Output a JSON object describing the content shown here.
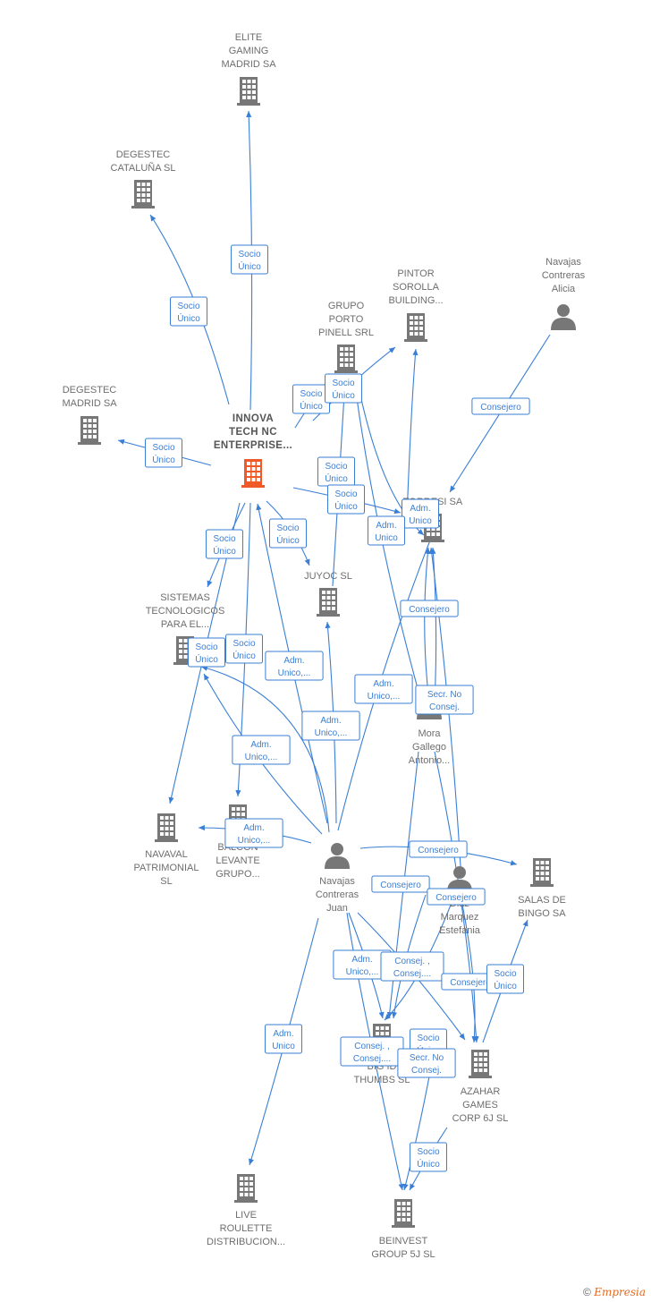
{
  "colors": {
    "edge": "#3a7fd5",
    "node": "#777777",
    "main_node": "#f05a28",
    "label_text": "#6e6e6e"
  },
  "nodes": [
    {
      "id": "elite",
      "type": "company",
      "lines": [
        "ELITE",
        "GAMING",
        "MADRID SA"
      ]
    },
    {
      "id": "degestec_cat",
      "type": "company",
      "lines": [
        "DEGESTEC",
        "CATALUÑA  SL"
      ]
    },
    {
      "id": "degestec_mad",
      "type": "company",
      "lines": [
        "DEGESTEC",
        "MADRID SA"
      ]
    },
    {
      "id": "pintor",
      "type": "company",
      "lines": [
        "PINTOR",
        "SOROLLA",
        "BUILDING..."
      ]
    },
    {
      "id": "navajas_alicia",
      "type": "person",
      "lines": [
        "Navajas",
        "Contreras",
        "Alicia"
      ]
    },
    {
      "id": "grupo_porto",
      "type": "company",
      "lines": [
        "GRUPO",
        "PORTO",
        "PINELL SRL"
      ]
    },
    {
      "id": "innova",
      "type": "company",
      "main": true,
      "lines": [
        "INNOVA",
        "TECH NC",
        "ENTERPRISE..."
      ]
    },
    {
      "id": "torresi",
      "type": "company",
      "lines": [
        "TORRESI SA"
      ]
    },
    {
      "id": "juyoc",
      "type": "company",
      "lines": [
        "JUYOC  SL"
      ]
    },
    {
      "id": "sistemas",
      "type": "company",
      "lines": [
        "SISTEMAS",
        "TECNOLOGICOS",
        "PARA EL..."
      ]
    },
    {
      "id": "mora",
      "type": "person",
      "lines": [
        "Mora",
        "Gallego",
        "Antonio..."
      ]
    },
    {
      "id": "navaval",
      "type": "company",
      "lines": [
        "NAVAVAL",
        "PATRIMONIAL",
        "SL"
      ]
    },
    {
      "id": "balcon",
      "type": "company",
      "lines": [
        "BALCON",
        "LEVANTE",
        "GRUPO..."
      ]
    },
    {
      "id": "navajas_juan",
      "type": "person",
      "lines": [
        "Navajas",
        "Contreras",
        "Juan"
      ]
    },
    {
      "id": "marquez",
      "type": "person",
      "lines": [
        "Diaz",
        "Marquez",
        "Estefania"
      ]
    },
    {
      "id": "salas",
      "type": "company",
      "lines": [
        "SALAS DE",
        "BINGO SA"
      ]
    },
    {
      "id": "thumbs",
      "type": "company",
      "lines": [
        "BIG ID",
        "THUMBS SL"
      ]
    },
    {
      "id": "azahar",
      "type": "company",
      "lines": [
        "AZAHAR",
        "GAMES",
        "CORP 6J  SL"
      ]
    },
    {
      "id": "live",
      "type": "company",
      "lines": [
        "LIVE",
        "ROULETTE",
        "DISTRIBUCION..."
      ]
    },
    {
      "id": "beinvest",
      "type": "company",
      "lines": [
        "BEINVEST",
        "GROUP 5J  SL"
      ]
    }
  ],
  "edge_labels": [
    {
      "lines": [
        "Socio",
        "Único"
      ]
    },
    {
      "lines": [
        "Socio",
        "Único"
      ]
    },
    {
      "lines": [
        "Socio",
        "Único"
      ]
    },
    {
      "lines": [
        "Socio",
        "Único"
      ]
    },
    {
      "lines": [
        "Socio",
        "Único"
      ]
    },
    {
      "lines": [
        "Socio",
        "Único"
      ]
    },
    {
      "lines": [
        "Socio",
        "Único"
      ]
    },
    {
      "lines": [
        "Socio",
        "Único"
      ]
    },
    {
      "lines": [
        "Socio",
        "Único"
      ]
    },
    {
      "lines": [
        "Socio",
        "Único"
      ]
    },
    {
      "lines": [
        "Socio",
        "Único"
      ]
    },
    {
      "lines": [
        "Consejero"
      ]
    },
    {
      "lines": [
        "Adm.",
        "Unico"
      ]
    },
    {
      "lines": [
        "Adm.",
        "Unico"
      ]
    },
    {
      "lines": [
        "Consejero"
      ]
    },
    {
      "lines": [
        "Adm.",
        "Unico,..."
      ]
    },
    {
      "lines": [
        "Adm.",
        "Unico,..."
      ]
    },
    {
      "lines": [
        "Secr.  No",
        "Consej."
      ]
    },
    {
      "lines": [
        "Adm.",
        "Unico,..."
      ]
    },
    {
      "lines": [
        "Adm.",
        "Unico,..."
      ]
    },
    {
      "lines": [
        "Adm.",
        "Unico,..."
      ]
    },
    {
      "lines": [
        "Consejero"
      ]
    },
    {
      "lines": [
        "Consejero"
      ]
    },
    {
      "lines": [
        "Consejero"
      ]
    },
    {
      "lines": [
        "Adm.",
        "Unico,..."
      ]
    },
    {
      "lines": [
        "Consej. ,",
        "Consej...."
      ]
    },
    {
      "lines": [
        "Consejero"
      ]
    },
    {
      "lines": [
        "Socio",
        "Único"
      ]
    },
    {
      "lines": [
        "Consej. ,",
        "Consej...."
      ]
    },
    {
      "lines": [
        "Socio",
        "Único"
      ]
    },
    {
      "lines": [
        "Secr.  No",
        "Consej."
      ]
    },
    {
      "lines": [
        "Adm.",
        "Unico"
      ]
    },
    {
      "lines": [
        "Socio",
        "Único"
      ]
    }
  ],
  "footer": {
    "symbol": "©",
    "brand": "Empresia"
  }
}
